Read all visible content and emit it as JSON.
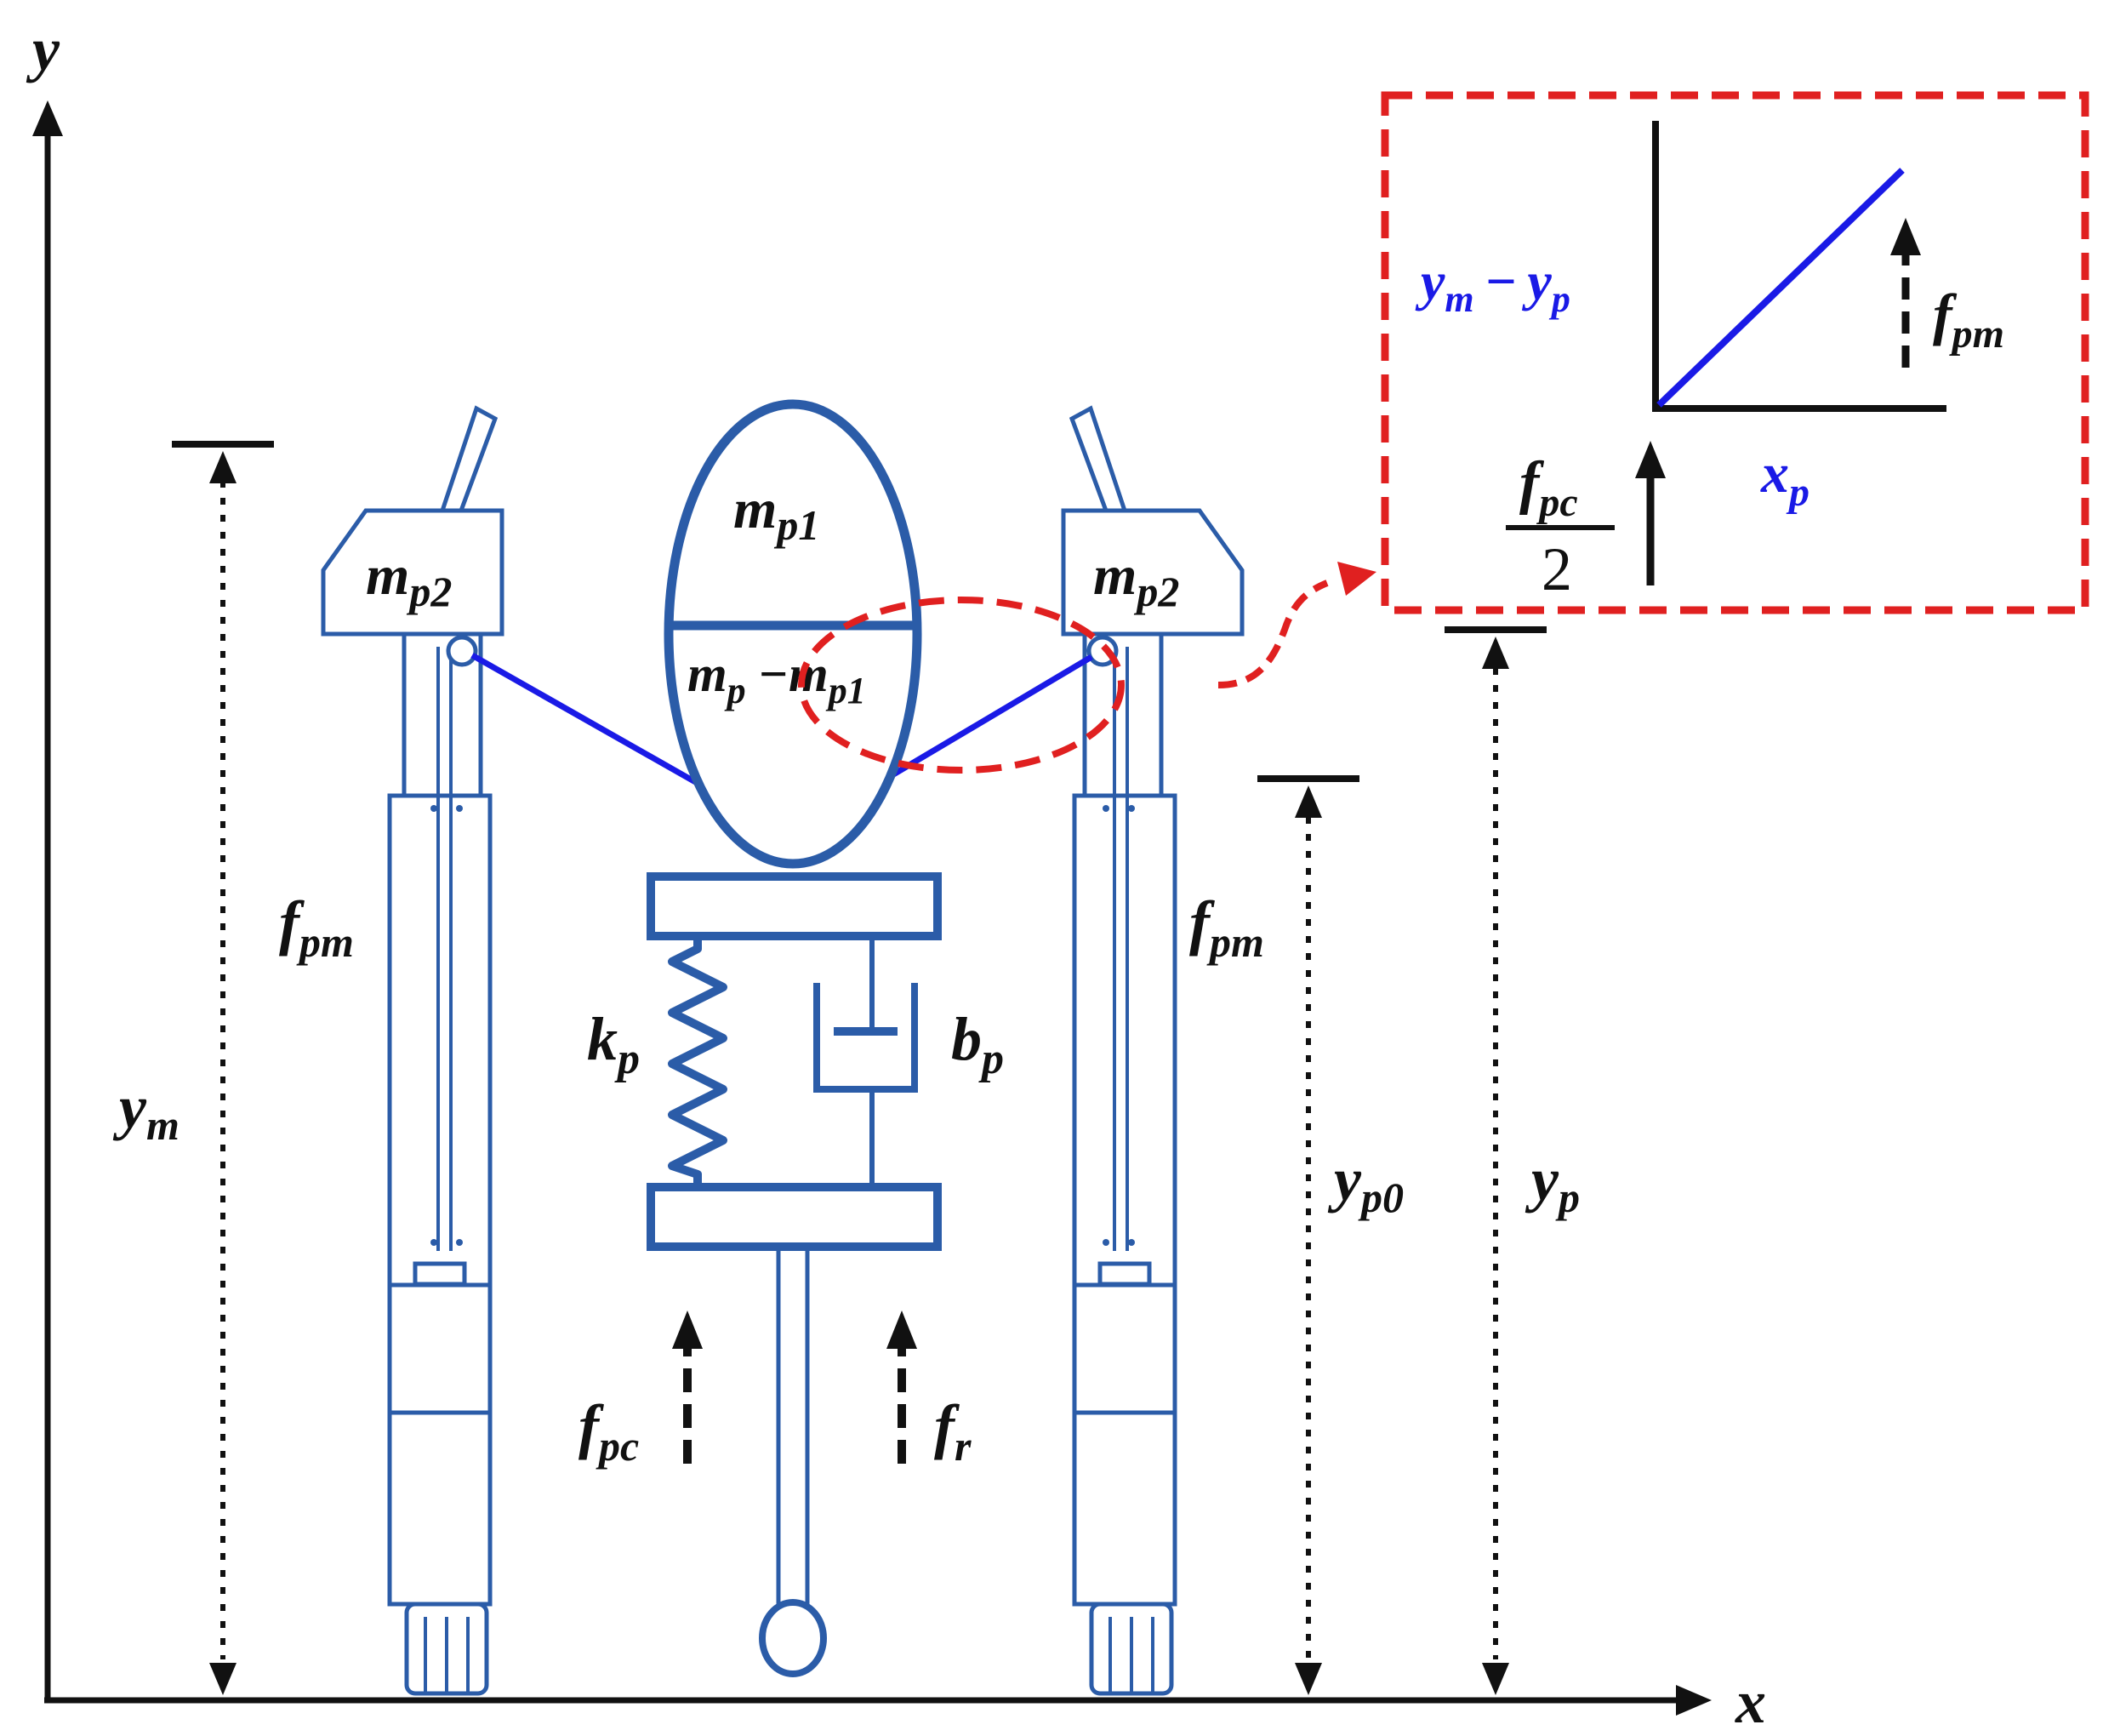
{
  "axes": {
    "x_label": "x",
    "y_label": "y"
  },
  "masses": {
    "body_upper": {
      "main": "m",
      "sub": "p1"
    },
    "body_lower": {
      "main": "m",
      "sub1": "p",
      "minus": "−",
      "main2": "m",
      "sub2": "p1"
    },
    "left_device": {
      "main": "m",
      "sub": "p2"
    },
    "right_device": {
      "main": "m",
      "sub": "p2"
    }
  },
  "spring": {
    "main": "k",
    "sub": "p"
  },
  "damper": {
    "main": "b",
    "sub": "p"
  },
  "forces": {
    "left_actuator": {
      "main": "f",
      "sub": "pm"
    },
    "right_actuator": {
      "main": "f",
      "sub": "pm"
    },
    "contact": {
      "main": "f",
      "sub": "pc"
    },
    "reaction": {
      "main": "f",
      "sub": "r"
    }
  },
  "dimensions": {
    "ym": {
      "main": "y",
      "sub": "m"
    },
    "yp0": {
      "main": "y",
      "sub": "p0"
    },
    "yp": {
      "main": "y",
      "sub": "p"
    }
  },
  "inset": {
    "y_label": {
      "a": "y",
      "a_sub": "m",
      "minus": "−",
      "b": "y",
      "b_sub": "p"
    },
    "x_label": {
      "main": "x",
      "sub": "p"
    },
    "force_label": {
      "main": "f",
      "sub": "pm"
    },
    "contact_fraction": {
      "num_main": "f",
      "num_sub": "pc",
      "den": "2"
    }
  },
  "colors": {
    "robot": "#2b5ca8",
    "link": "#1a1ae6",
    "highlight": "#e02020",
    "axis": "#111111"
  }
}
